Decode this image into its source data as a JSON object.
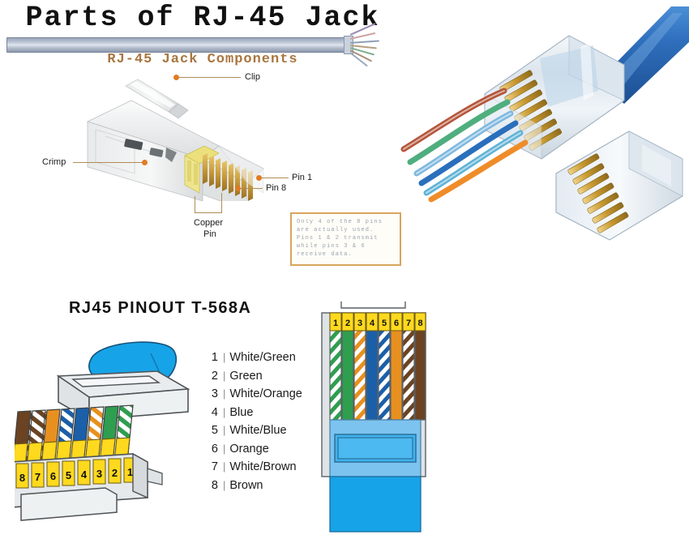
{
  "page": {
    "title": "Parts of RJ-45 Jack",
    "components_heading": "RJ-45 Jack Components"
  },
  "jack_photo": {
    "labels": {
      "clip": "Clip",
      "crimp": "Crimp",
      "pin1": "Pin 1",
      "pin8": "Pin 8",
      "copper_pin_line1": "Copper",
      "copper_pin_line2": "Pin"
    }
  },
  "note": {
    "lines": [
      "Only 4 of the 8 pins",
      "are  actually  used.",
      "Pins 1 & 2 transmit",
      "while pins   3 & 6",
      "receive data."
    ]
  },
  "pinout": {
    "title": "RJ45 PINOUT  T-568A",
    "separator": "|",
    "rows": [
      {
        "num": "1",
        "name": "White/Green",
        "color": "#2f9e4f",
        "striped": true
      },
      {
        "num": "2",
        "name": "Green",
        "color": "#2f9e4f",
        "striped": false
      },
      {
        "num": "3",
        "name": "White/Orange",
        "color": "#e8901f",
        "striped": true
      },
      {
        "num": "4",
        "name": "Blue",
        "color": "#1b5fa8",
        "striped": false
      },
      {
        "num": "5",
        "name": "White/Blue",
        "color": "#1b5fa8",
        "striped": true
      },
      {
        "num": "6",
        "name": "Orange",
        "color": "#e8901f",
        "striped": false
      },
      {
        "num": "7",
        "name": "White/Brown",
        "color": "#6b4322",
        "striped": true
      },
      {
        "num": "8",
        "name": "Brown",
        "color": "#6b4322",
        "striped": false
      }
    ]
  },
  "jack_3d": {
    "pin_numbers_left_to_right": [
      "8",
      "7",
      "6",
      "5",
      "4",
      "3",
      "2",
      "1"
    ]
  },
  "plug_front": {
    "pin_numbers_left_to_right": [
      "1",
      "2",
      "3",
      "4",
      "5",
      "6",
      "7",
      "8"
    ]
  },
  "colors": {
    "accent_brown": "#a8763f",
    "note_border": "#d8a55e",
    "leader": "#b08b55",
    "dot": "#e07b22",
    "pin_yellow": "#ffd91e",
    "body_gray": "#d9dde0",
    "cable_blue": "#17a3e8"
  }
}
